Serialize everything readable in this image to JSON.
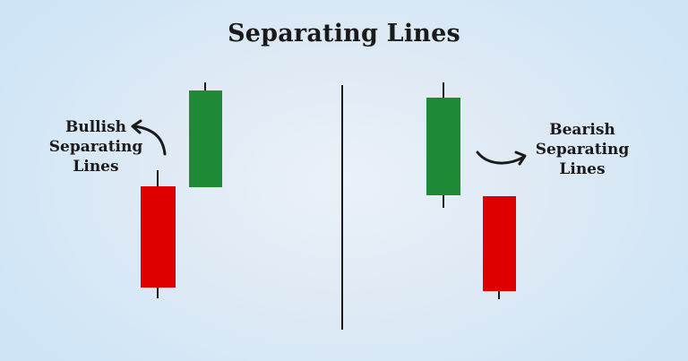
{
  "title": "Separating Lines",
  "colors": {
    "bullish_candle": "#1e8a35",
    "bearish_candle": "#de0000",
    "wick": "#1a1a1a",
    "text": "#1a1a1a",
    "background": "#dbe9f6"
  },
  "left_panel": {
    "label_lines": [
      "Bullish",
      "Separating",
      "Lines"
    ],
    "arrow_icon": "curved-arrow-up-left",
    "candles": [
      {
        "type": "bearish",
        "color": "red"
      },
      {
        "type": "bullish",
        "color": "green"
      }
    ]
  },
  "right_panel": {
    "label_lines": [
      "Bearish",
      "Separating",
      "Lines"
    ],
    "arrow_icon": "curved-arrow-right",
    "candles": [
      {
        "type": "bullish",
        "color": "green"
      },
      {
        "type": "bearish",
        "color": "red"
      }
    ]
  }
}
